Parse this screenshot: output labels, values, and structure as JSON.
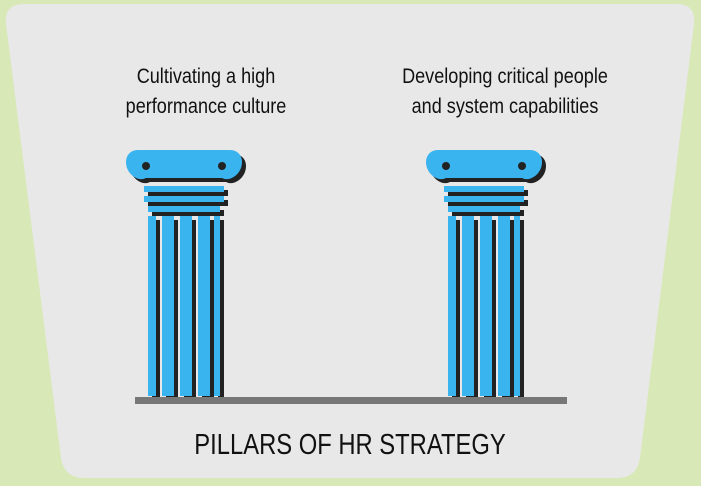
{
  "pillars": [
    {
      "line1": "Cultivating a high",
      "line2": "performance culture"
    },
    {
      "line1": "Developing critical people",
      "line2": "and system capabilities"
    }
  ],
  "footer": {
    "title": "PILLARS OF HR STRATEGY"
  },
  "colors": {
    "background": "#d8e8b6",
    "panel": "#e8e8e8",
    "pillar": "#3ab4ee",
    "pillar_shadow": "#222222",
    "ground": "#777777"
  }
}
